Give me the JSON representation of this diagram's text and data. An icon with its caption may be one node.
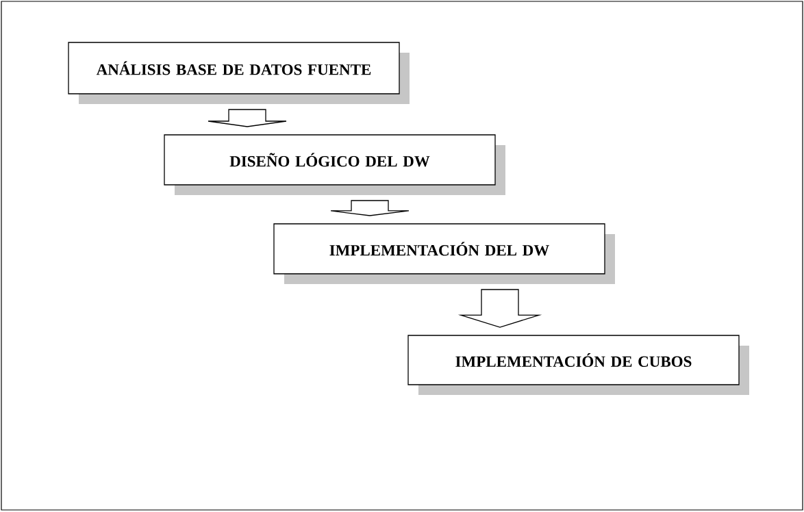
{
  "diagram": {
    "nodes": [
      {
        "text": [
          "ANÁLISIS BASE DE DATOS FUENTE"
        ]
      },
      {
        "text": [
          "DISEÑO LÓGICO DEL DW"
        ]
      },
      {
        "text": [
          "IMPLEMENTACIÓN DEL DW"
        ]
      },
      {
        "text": [
          "IMPLEMENTACIÓN DE CUBOS"
        ]
      }
    ],
    "edges": [
      {
        "from": 0,
        "to": 1,
        "arrow": "to"
      },
      {
        "from": 1,
        "to": 2,
        "arrow": "to"
      },
      {
        "from": 2,
        "to": 3,
        "arrow": "to"
      }
    ]
  }
}
